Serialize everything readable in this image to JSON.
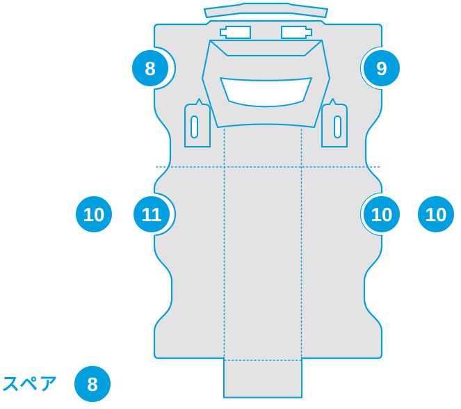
{
  "colors": {
    "accent": "#00a0e0",
    "part_fill": "#e3e3e3",
    "background": "#ffffff",
    "marker_text": "#ffffff"
  },
  "labels": {
    "spare": "スペア"
  },
  "markers": [
    {
      "label": "8",
      "position": "top-left"
    },
    {
      "label": "9",
      "position": "top-right"
    },
    {
      "label": "10",
      "position": "middle-left-outer"
    },
    {
      "label": "11",
      "position": "middle-left"
    },
    {
      "label": "10",
      "position": "middle-right"
    },
    {
      "label": "10",
      "position": "middle-right-outer"
    },
    {
      "label": "8",
      "position": "bottom-left-spare"
    }
  ]
}
